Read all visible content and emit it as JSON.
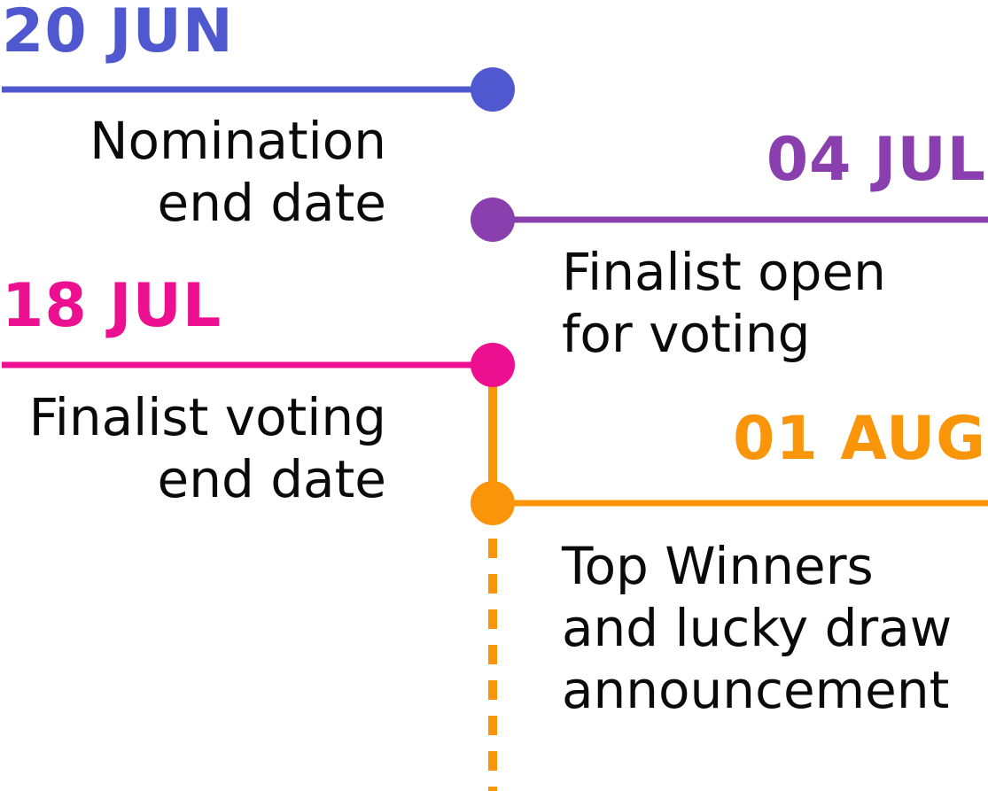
{
  "colors": {
    "blue": "#4f58cf",
    "purple": "#8a3fae",
    "pink": "#ec0f8f",
    "orange": "#fa950a",
    "text": "#0a0a0a"
  },
  "milestones": [
    {
      "date": "20 JUN",
      "lines": [
        "Nomination",
        "end date"
      ],
      "color": "#4f58cf",
      "side": "left"
    },
    {
      "date": "04 JUL",
      "lines": [
        "Finalist open",
        "for voting"
      ],
      "color": "#8a3fae",
      "side": "right"
    },
    {
      "date": "18 JUL",
      "lines": [
        "Finalist voting",
        "end date"
      ],
      "color": "#ec0f8f",
      "side": "left"
    },
    {
      "date": "01 AUG",
      "lines": [
        "Top Winners",
        "and lucky draw",
        "announcement"
      ],
      "color": "#fa950a",
      "side": "right"
    }
  ]
}
